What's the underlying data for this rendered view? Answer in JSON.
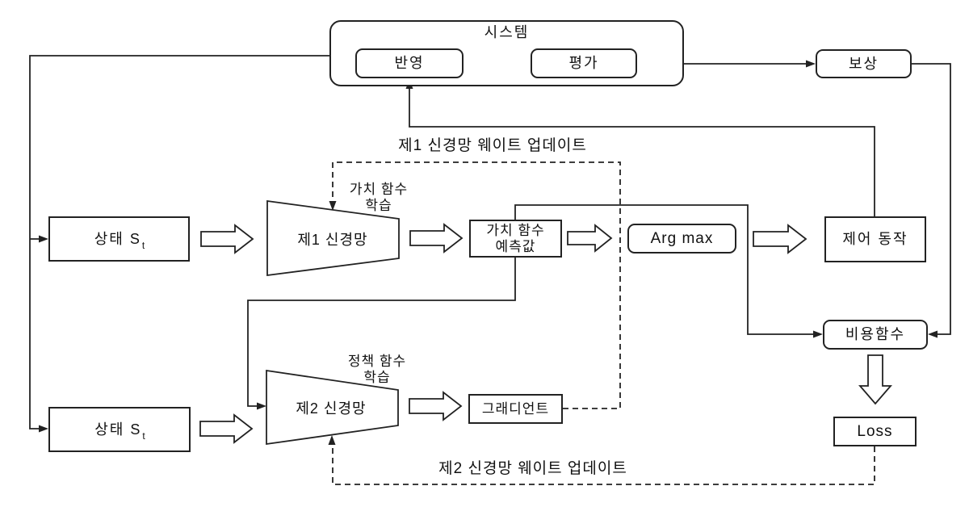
{
  "diagram": {
    "system": {
      "label": "시스템",
      "reflect": "반영",
      "evaluate": "평가"
    },
    "boxes": {
      "reward": "보상",
      "state1_main": "상태 S",
      "state1_sub": "t",
      "nn1": "제1 신경망",
      "value_pred_line1": "가치 함수",
      "value_pred_line2": "예측값",
      "argmax": "Arg max",
      "control": "제어 동작",
      "cost": "비용함수",
      "state2_main": "상태 S",
      "state2_sub": "t",
      "nn2": "제2 신경망",
      "gradient": "그래디언트",
      "loss": "Loss"
    },
    "annotations": {
      "nn1_update": "제1 신경망 웨이트 업데이트",
      "nn2_update": "제2 신경망 웨이트 업데이트",
      "value_learn_line1": "가치 함수",
      "value_learn_line2": "학습",
      "policy_learn_line1": "정책 함수",
      "policy_learn_line2": "학습"
    },
    "colors": {
      "line": "#222222",
      "background": "#ffffff"
    }
  }
}
